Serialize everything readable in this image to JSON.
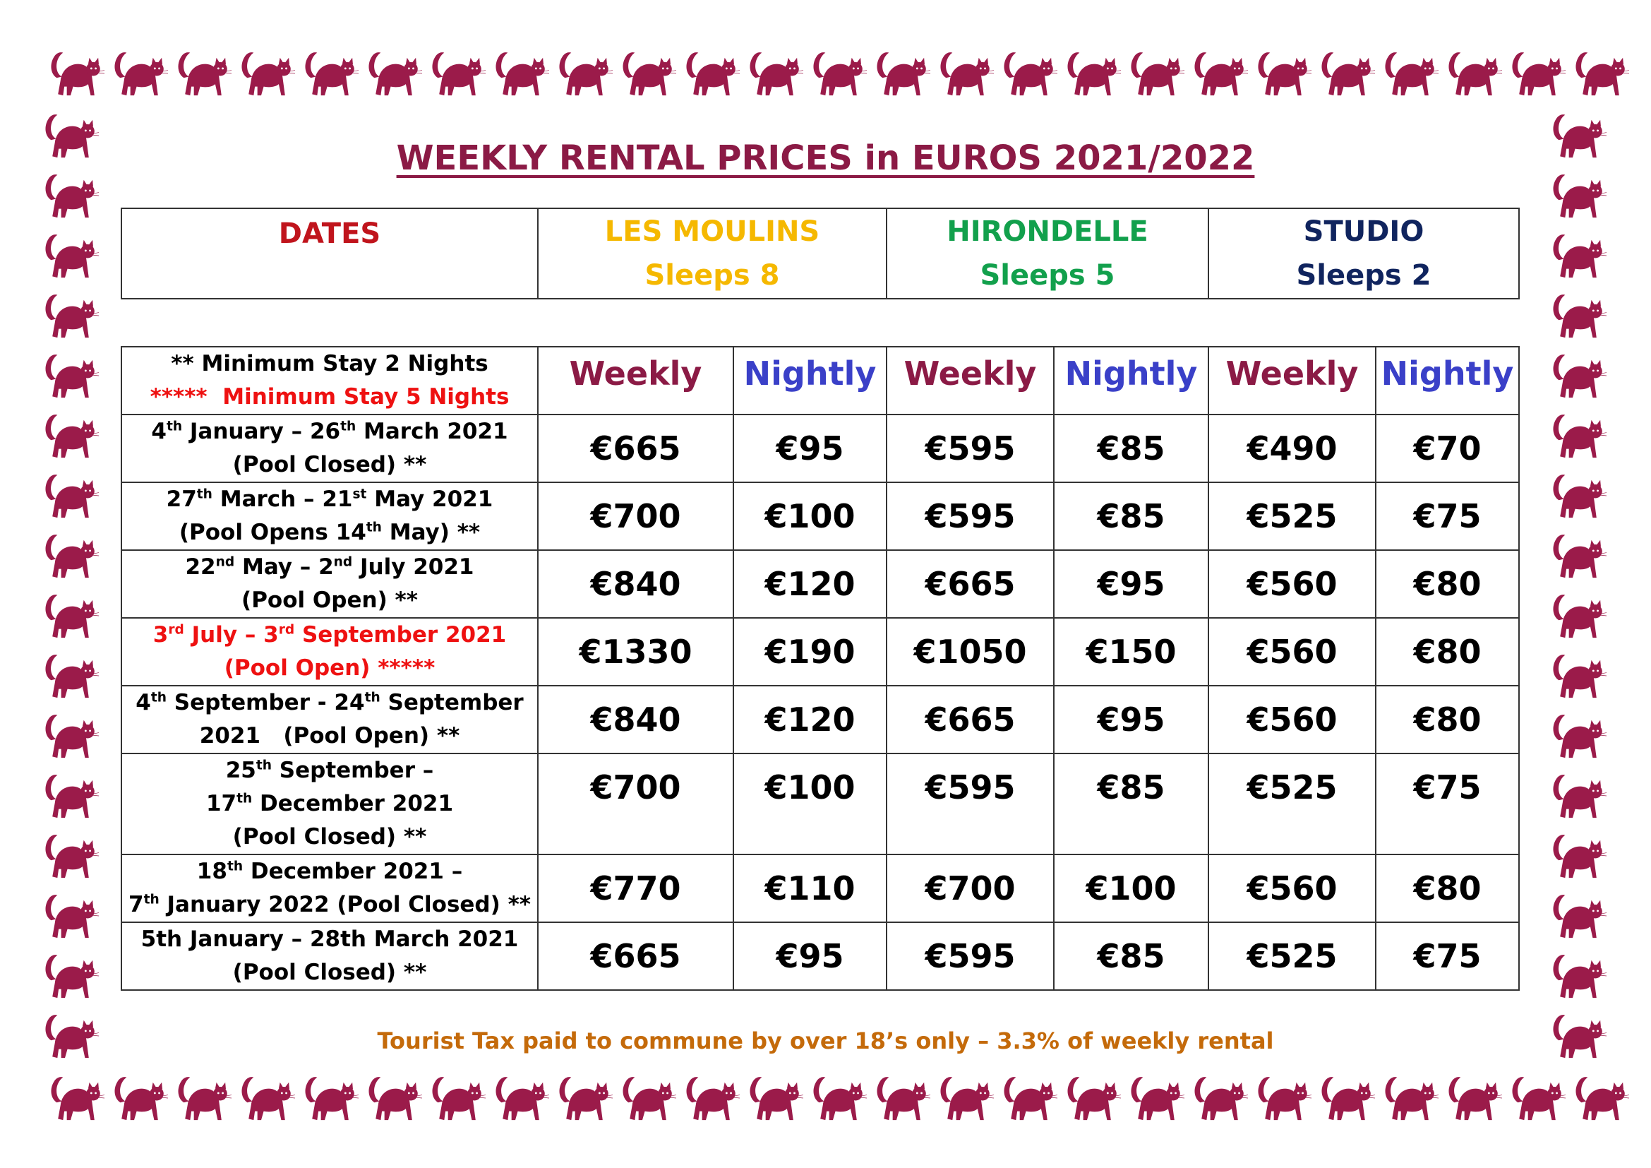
{
  "title": "WEEKLY RENTAL PRICES in EUROS 2021/2022",
  "header": {
    "dates": "DATES",
    "properties": [
      {
        "name": "LES MOULINS",
        "sleeps": "Sleeps 8"
      },
      {
        "name": "HIRONDELLE",
        "sleeps": "Sleeps 5"
      },
      {
        "name": "STUDIO",
        "sleeps": "Sleeps 2"
      }
    ]
  },
  "legend": {
    "min2_mark": "**",
    "min2": "Minimum Stay 2 Nights",
    "min5_mark": "*****",
    "min5": "Minimum Stay 5 Nights"
  },
  "columns": [
    "Weekly",
    "Nightly",
    "Weekly",
    "Nightly",
    "Weekly",
    "Nightly"
  ],
  "rows": [
    {
      "dates": "4<sup>th</sup> January – 26<sup>th</sup> March 2021<br>(Pool Closed) **",
      "prices": [
        "€665",
        "€95",
        "€595",
        "€85",
        "€490",
        "€70"
      ]
    },
    {
      "dates": "27<sup>th</sup> March – 21<sup>st</sup> May 2021<br>(Pool Opens 14<sup>th</sup> May) **",
      "prices": [
        "€700",
        "€100",
        "€595",
        "€85",
        "€525",
        "€75"
      ]
    },
    {
      "dates": "22<sup>nd</sup> May – 2<sup>nd</sup> July 2021<br>(Pool Open) **",
      "prices": [
        "€840",
        "€120",
        "€665",
        "€95",
        "€560",
        "€80"
      ]
    },
    {
      "dates": "3<sup>rd</sup> July – 3<sup>rd</sup> September 2021<br>(Pool Open) *****",
      "prices": [
        "€1330",
        "€190",
        "€1050",
        "€150",
        "€560",
        "€80"
      ],
      "highlight": true
    },
    {
      "dates": "4<sup>th</sup> September - 24<sup>th</sup> September<br>2021&nbsp;&nbsp; (Pool Open) **",
      "prices": [
        "€840",
        "€120",
        "€665",
        "€95",
        "€560",
        "€80"
      ]
    },
    {
      "dates": "25<sup>th</sup> September –<br>17<sup>th</sup> December 2021<br>(Pool Closed) **",
      "prices": [
        "€700",
        "€100",
        "€595",
        "€85",
        "€525",
        "€75"
      ]
    },
    {
      "dates": "18<sup>th</sup> December 2021 –<br>7<sup>th</sup> January 2022 (Pool Closed) **",
      "prices": [
        "€770",
        "€110",
        "€700",
        "€100",
        "€560",
        "€80"
      ]
    },
    {
      "dates": "5th January – 28th March 2021<br>(Pool Closed) **",
      "prices": [
        "€665",
        "€95",
        "€595",
        "€85",
        "€525",
        "€75"
      ]
    }
  ],
  "footer": "Tourist Tax paid to commune by over 18’s only – 3.3% of weekly rental",
  "colors": {
    "border_cat": "#9b1b4a",
    "title": "#8b1a45",
    "dates": "#c0141c",
    "les_moulins": "#f5b800",
    "hirondelle": "#12a04c",
    "studio": "#10245e",
    "weekly": "#8b1a45",
    "nightly": "#3a40c8",
    "highlight": "#ee1111",
    "footer": "#c46a0a"
  },
  "icons": {
    "border": "black-cat-icon"
  }
}
